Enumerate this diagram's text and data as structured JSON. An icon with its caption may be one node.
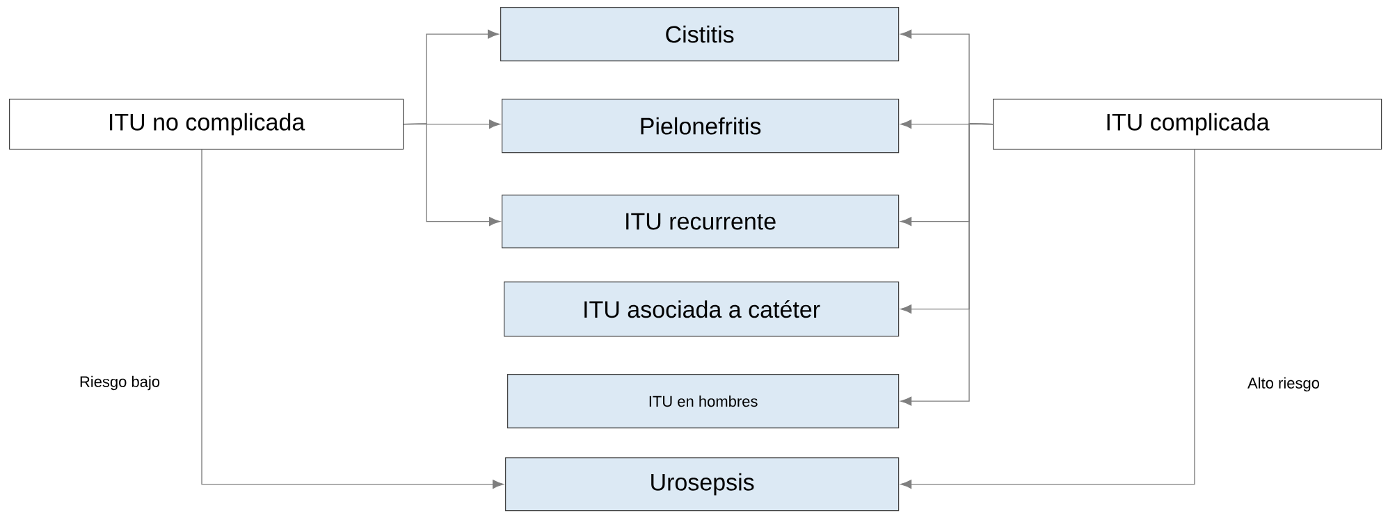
{
  "diagram": {
    "nodes": [
      {
        "text": [
          "ITU no complicada"
        ]
      },
      {
        "text": [
          "Cistitis"
        ]
      },
      {
        "text": [
          "Pielonefritis"
        ]
      },
      {
        "text": [
          "ITU recurrente"
        ]
      },
      {
        "text": [
          "ITU asociada a catéter"
        ]
      },
      {
        "text": [
          "ITU en hombres"
        ]
      },
      {
        "text": [
          "Urosepsis"
        ]
      },
      {
        "text": [
          "ITU complicada"
        ]
      }
    ],
    "edges": [
      {
        "from": 0,
        "to": 1,
        "arrow": "to"
      },
      {
        "from": 0,
        "to": 2,
        "arrow": "to"
      },
      {
        "from": 0,
        "to": 3,
        "arrow": "to"
      },
      {
        "from": 0,
        "to": 6,
        "arrow": "to",
        "label": "Riesgo bajo"
      },
      {
        "from": 7,
        "to": 1,
        "arrow": "to"
      },
      {
        "from": 7,
        "to": 2,
        "arrow": "to"
      },
      {
        "from": 7,
        "to": 3,
        "arrow": "to"
      },
      {
        "from": 7,
        "to": 4,
        "arrow": "to"
      },
      {
        "from": 7,
        "to": 5,
        "arrow": "to"
      },
      {
        "from": 7,
        "to": 6,
        "arrow": "to",
        "label": "Alto riesgo"
      }
    ]
  }
}
